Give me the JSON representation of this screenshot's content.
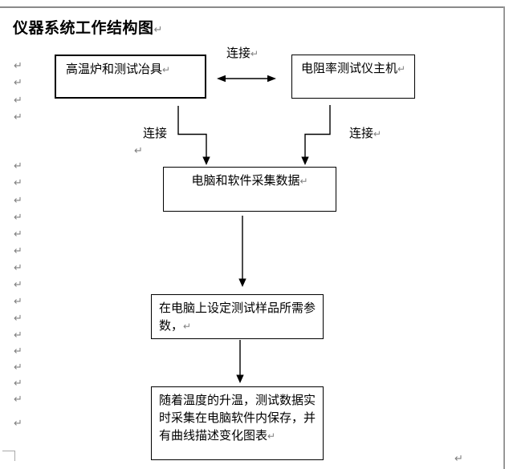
{
  "page": {
    "title": "仪器系统工作结构图",
    "pilcrow": "↵"
  },
  "flowchart": {
    "boxes": [
      {
        "label": "高温炉和测试冶具"
      },
      {
        "label": "电阻率测试仪主机"
      },
      {
        "label": "电脑和软件采集数据"
      },
      {
        "label": "在电脑上设定测试样品所需参数，"
      },
      {
        "label": "随着温度的升温，测试数据实时采集在电脑软件内保存，并有曲线描述变化图表"
      }
    ],
    "connector_labels": {
      "top": "连接",
      "left": "连接",
      "right": "连接"
    }
  },
  "colors": {
    "text": "#000000",
    "box_border": "#000000",
    "connector_line": "#000000",
    "paragraph_mark": "#808080",
    "page_edge": "#8a8a8a"
  },
  "margin_marks": {
    "glyph": "↵",
    "y_positions": [
      75,
      96,
      118,
      139,
      200,
      221,
      243,
      264,
      285,
      306,
      327,
      348,
      369,
      390,
      411,
      431,
      451,
      471,
      491,
      521
    ]
  }
}
